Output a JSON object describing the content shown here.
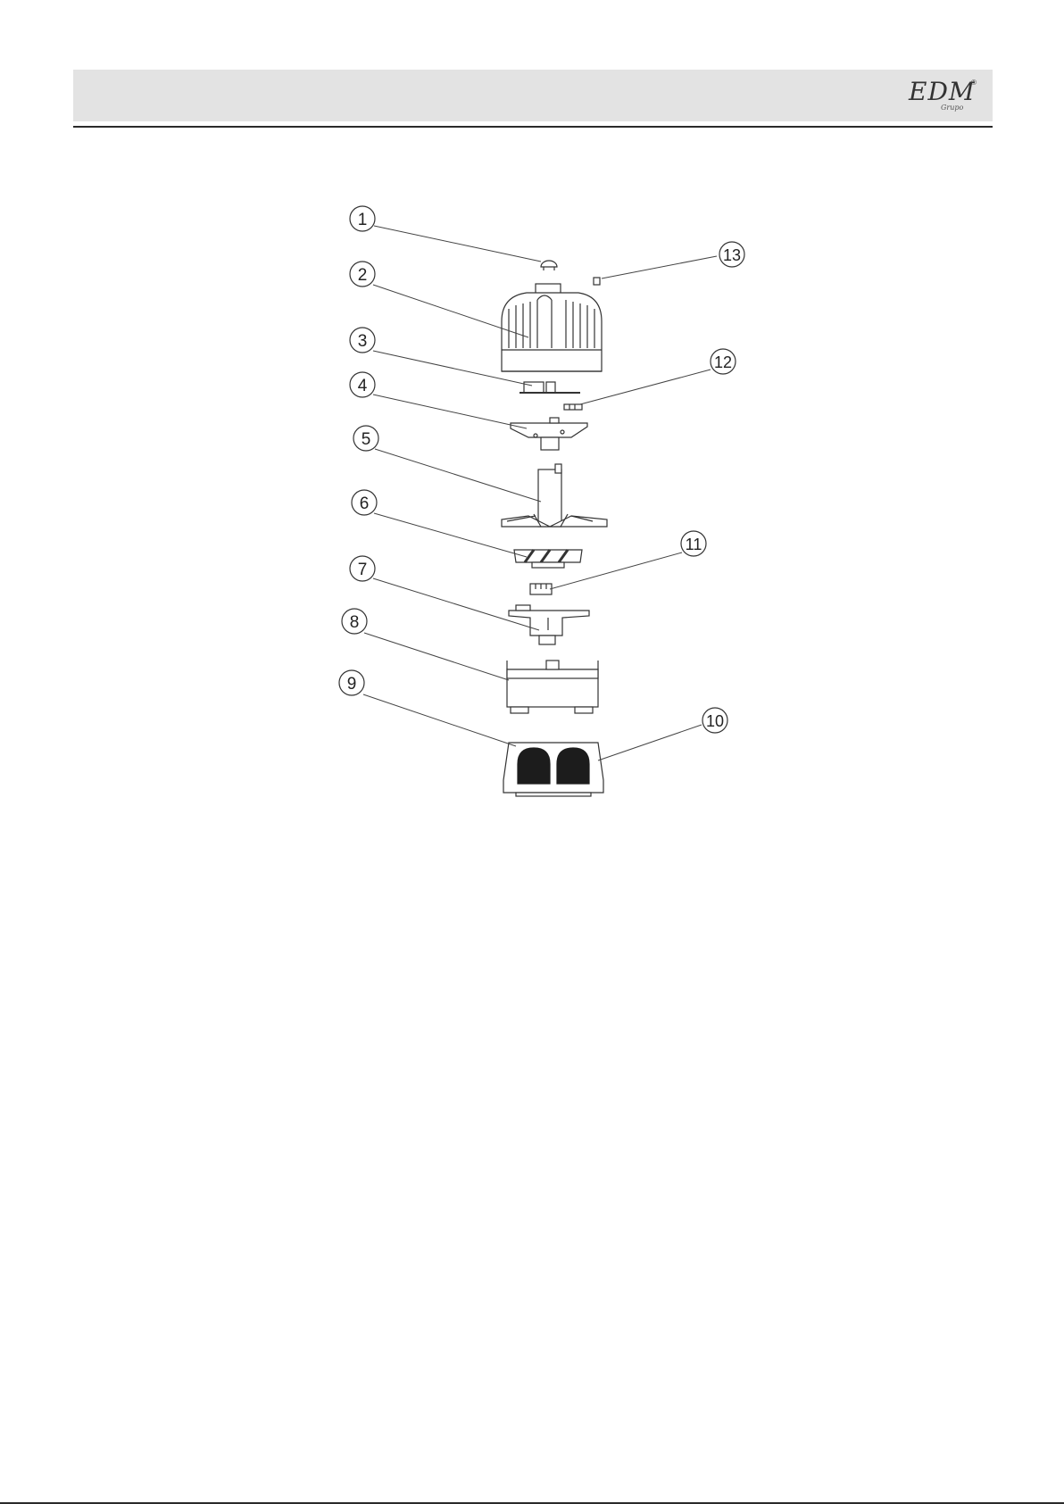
{
  "header": {
    "logo_text": "EDM",
    "logo_sub": "Grupo",
    "logo_mark": "®"
  },
  "diagram": {
    "callouts": [
      {
        "number": "1"
      },
      {
        "number": "2"
      },
      {
        "number": "3"
      },
      {
        "number": "4"
      },
      {
        "number": "5"
      },
      {
        "number": "6"
      },
      {
        "number": "7"
      },
      {
        "number": "8"
      },
      {
        "number": "9"
      },
      {
        "number": "10"
      },
      {
        "number": "11"
      },
      {
        "number": "12"
      },
      {
        "number": "13"
      }
    ]
  }
}
